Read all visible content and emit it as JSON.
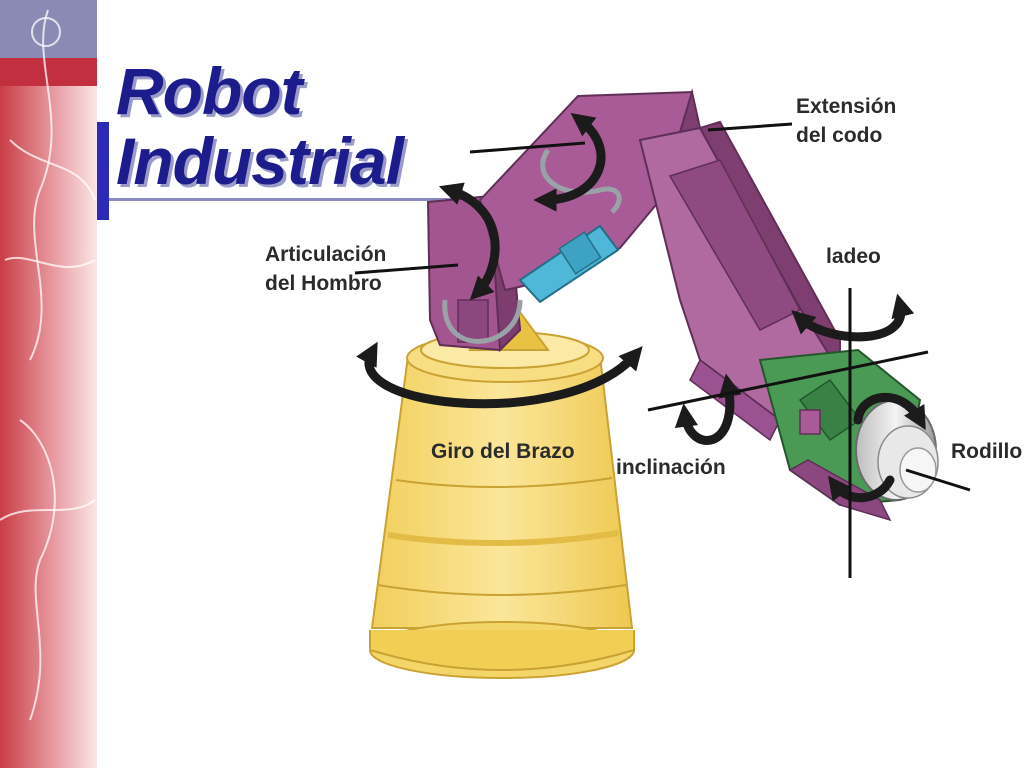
{
  "slide": {
    "title_line1": "Robot",
    "title_line2": "Industrial"
  },
  "labels": {
    "elbow_line1": "Extensión",
    "elbow_line2": "del codo",
    "shoulder_line1": "Articulación",
    "shoulder_line2": "del Hombro",
    "yaw": "ladeo",
    "arm_swivel": "Giro del Brazo",
    "pitch": "inclinación",
    "roll": "Rodillo"
  },
  "colors": {
    "title": "#1c1c8c",
    "base_yellow": "#f7dc7a",
    "arm_purple": "#9c4f8c",
    "wrist_green": "#3f8a4a",
    "sidebar_red": "#c93d46"
  }
}
